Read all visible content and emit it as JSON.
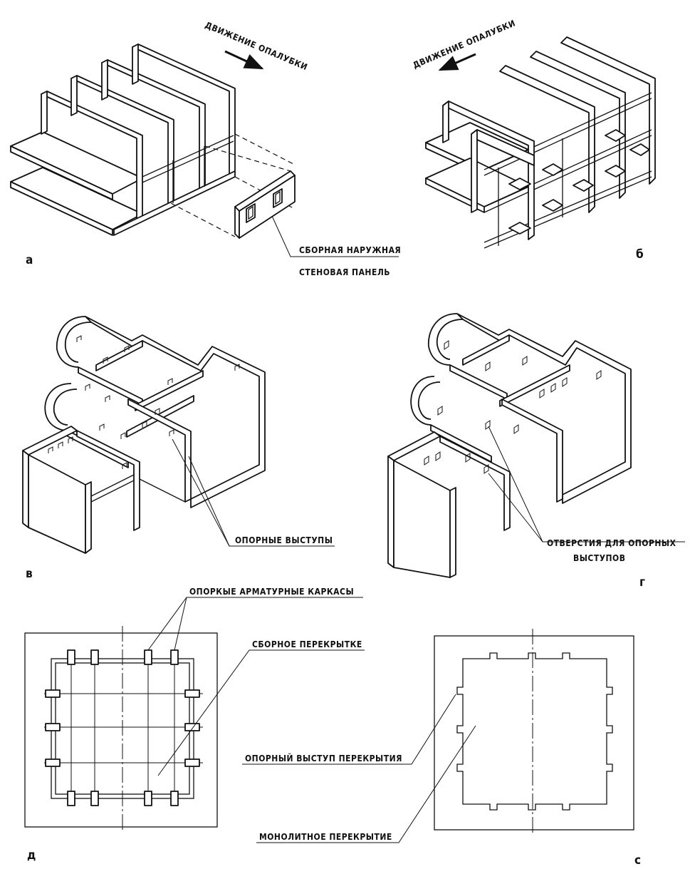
{
  "labels": {
    "movement_a": "ДВИЖЕНИЕ ОПАЛУБКИ",
    "movement_b": "ДВИЖЕНИЕ ОПАЛУБКИ",
    "panel_line1": "СБОРНАЯ НАРУЖНАЯ",
    "panel_line2": "СТЕНОВАЯ ПАНЕЛЬ",
    "support_projections": "ОПОРНЫЕ ВЫСТУПЫ",
    "holes_line1": "ОТВЕРСТИЯ ДЛЯ ОПОРНЫХ",
    "holes_line2": "ВЫСТУПОВ",
    "reinforcement_cages": "ОПОРКЫЕ АРМАТУРНЫЕ КАРКАСЫ",
    "precast_slab": "СБОРНОЕ ПЕРЕКРЫТКЕ",
    "slab_projection": "ОПОРНЫЙ ВЫСТУП ПЕРЕКРЫТИЯ",
    "monolithic_slab": "МОНОЛИТНОЕ ПЕРЕКРЫТИЕ"
  },
  "figures": {
    "a": "а",
    "b": "б",
    "v": "в",
    "g": "г",
    "d": "д",
    "e": "с"
  }
}
